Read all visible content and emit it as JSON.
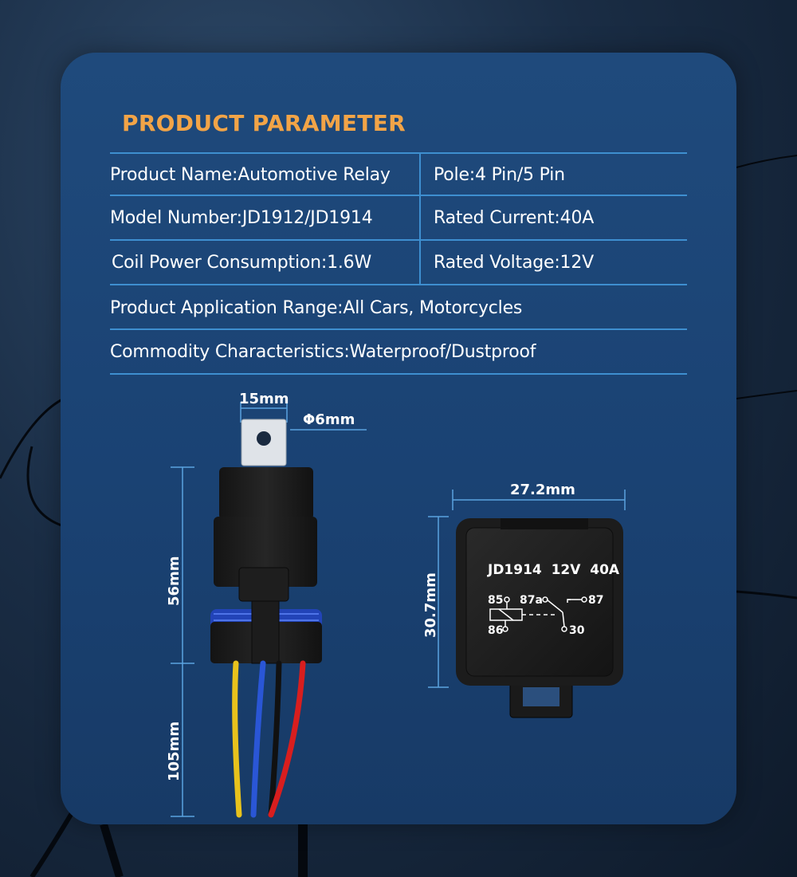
{
  "header": {
    "title": "PRODUCT PARAMETER"
  },
  "params": {
    "product_name": "Product Name:Automotive Relay",
    "pole": "Pole:4 Pin/5 Pin",
    "model_number": "Model Number:JD1912/JD1914",
    "rated_current": "Rated Current:40A",
    "coil_power": "Coil Power Consumption:1.6W",
    "rated_voltage": "Rated Voltage:12V",
    "application": "Product Application Range:All Cars, Motorcycles",
    "characteristics": "Commodity Characteristics:Waterproof/Dustproof"
  },
  "dimensions": {
    "terminal_width": "15mm",
    "hole_diameter": "Φ6mm",
    "body_height": "56mm",
    "wire_length": "105mm",
    "face_width": "27.2mm",
    "face_height": "30.7mm"
  },
  "relay_face": {
    "label": "JD1914  12V  40A",
    "pins": {
      "p85": "85",
      "p87a": "87a",
      "p87": "87",
      "p86": "86",
      "p30": "30"
    }
  },
  "colors": {
    "title": "#f2a447",
    "panel": "#1f4a7c",
    "rule": "#3e8fd0",
    "wire_yellow": "#e8c21c",
    "wire_blue": "#2a56d6",
    "wire_black": "#111111",
    "wire_red": "#d81e1e"
  }
}
